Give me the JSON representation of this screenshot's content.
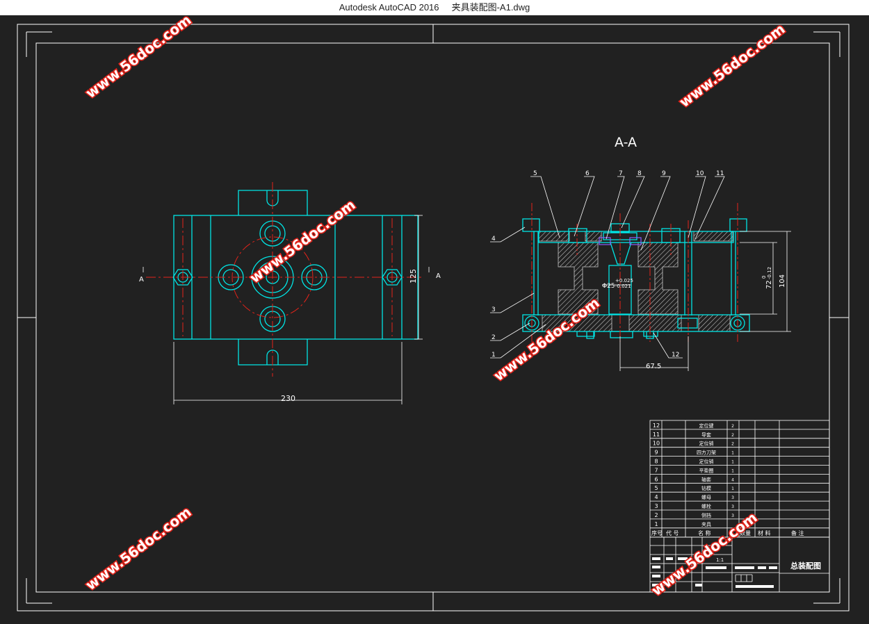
{
  "window": {
    "app_title": "Autodesk AutoCAD 2016",
    "file_name": "夹具装配图-A1.dwg"
  },
  "drawing": {
    "section_title": "A-A",
    "section_marker": "A",
    "dimensions": {
      "width": "230",
      "height": "125",
      "section_height": "104",
      "inner_height": "72",
      "inner_tol_upper": "0",
      "inner_tol_lower": "-0.12",
      "offset": "67.5",
      "bore": "Φ25",
      "bore_tol_upper": "+0.025",
      "bore_tol_lower": "-0.021"
    },
    "balloons": [
      "1",
      "2",
      "3",
      "4",
      "5",
      "6",
      "7",
      "8",
      "9",
      "10",
      "11",
      "12"
    ]
  },
  "bom": {
    "rows": [
      {
        "no": "12",
        "name": "定位键",
        "qty": "2"
      },
      {
        "no": "11",
        "name": "导套",
        "qty": "2"
      },
      {
        "no": "10",
        "name": "定位销",
        "qty": "2"
      },
      {
        "no": "9",
        "name": "四方刀架",
        "qty": "1"
      },
      {
        "no": "8",
        "name": "定位销",
        "qty": "1"
      },
      {
        "no": "7",
        "name": "平垫圈",
        "qty": "1"
      },
      {
        "no": "6",
        "name": "轴套",
        "qty": "4"
      },
      {
        "no": "5",
        "name": "钻模",
        "qty": "1"
      },
      {
        "no": "4",
        "name": "螺母",
        "qty": "3"
      },
      {
        "no": "3",
        "name": "螺栓",
        "qty": "3"
      },
      {
        "no": "2",
        "name": "侧挡",
        "qty": "3"
      },
      {
        "no": "1",
        "name": "夹具",
        "qty": ""
      }
    ],
    "header": {
      "no": "序号",
      "code": "代 号",
      "name": "名 称",
      "qty": "数量",
      "material": "材 料",
      "remark": "备 注"
    }
  },
  "title_block": {
    "drawing_name": "总装配图",
    "scale": "1:1"
  },
  "watermark": "www.56doc.com",
  "colors": {
    "background": "#212121",
    "part_outline": "#00e5e5",
    "center_line": "#e2231a",
    "hatch": "#c8c8c8",
    "frame": "#ffffff",
    "leader": "#ffffff",
    "accent_purple": "#8c5cff"
  }
}
